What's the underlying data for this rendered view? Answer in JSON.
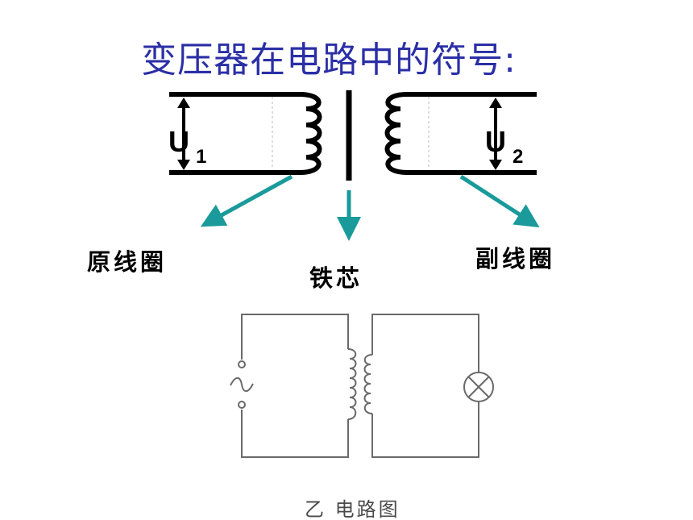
{
  "title": "变压器在电路中的符号:",
  "symbol": {
    "primary_voltage": "U",
    "primary_voltage_subscript": "1",
    "secondary_voltage": "U",
    "secondary_voltage_subscript": "2"
  },
  "labels": {
    "primary_coil": "原线圈",
    "iron_core": "铁芯",
    "secondary_coil": "副线圈"
  },
  "circuit": {
    "caption": "乙  电路图"
  },
  "colors": {
    "title": "#2b2fa6",
    "pointer_arrows": "#1a9a9a",
    "circuit_lines": "#6a6a6a"
  }
}
